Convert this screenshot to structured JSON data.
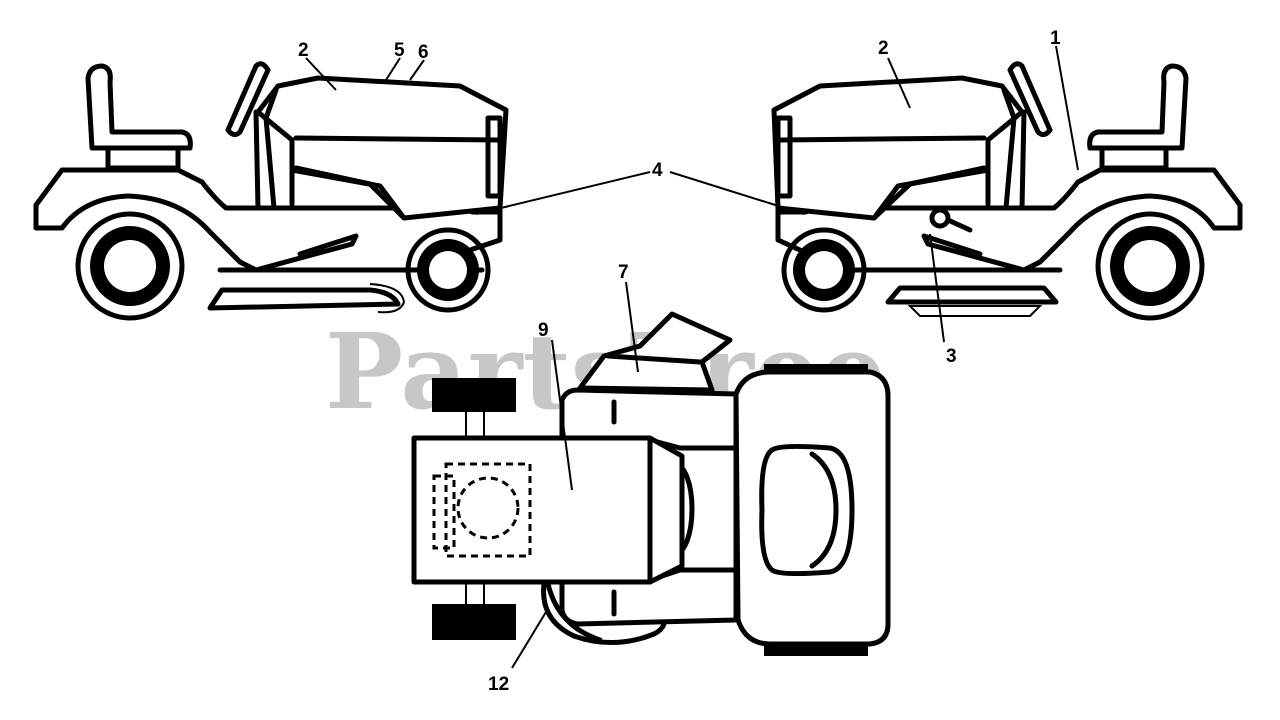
{
  "watermark": "PartsTree",
  "callouts": {
    "left_2": "2",
    "left_5": "5",
    "left_6": "6",
    "right_2": "2",
    "right_1": "1",
    "center_4": "4",
    "right_3": "3",
    "top_7": "7",
    "top_9": "9",
    "top_12": "12"
  },
  "colors": {
    "line": "#000000",
    "watermark": "#9a9a9a",
    "background": "#ffffff"
  }
}
